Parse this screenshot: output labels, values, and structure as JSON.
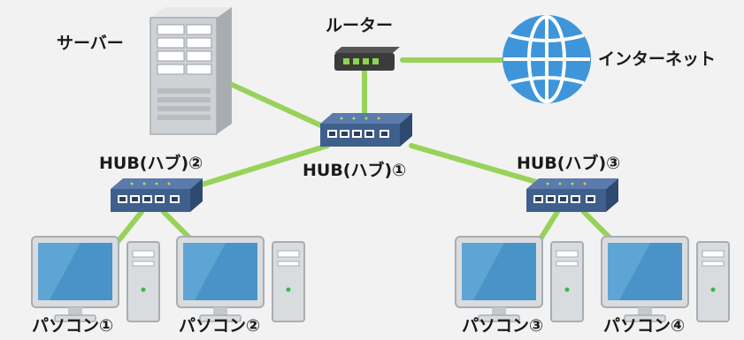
{
  "labels": {
    "server": "サーバー",
    "router": "ルーター",
    "internet": "インターネット",
    "hub1": "HUB(ハブ)①",
    "hub2": "HUB(ハブ)②",
    "hub3": "HUB(ハブ)③",
    "pc1": "パソコン①",
    "pc2": "パソコン②",
    "pc3": "パソコン③",
    "pc4": "パソコン④"
  },
  "colors": {
    "cable": "#98d25a",
    "hub": "#3f5f8c",
    "globe": "#3f95da",
    "router": "#3b3b3b",
    "router_led": "#8ed34f",
    "monitor_screen": "#4a93c8",
    "computer_body": "#d9dcdf"
  },
  "icons": {
    "server": "server-tower-icon",
    "router": "router-icon",
    "internet": "globe-icon",
    "hub": "network-hub-icon",
    "pc": "desktop-computer-icon"
  }
}
